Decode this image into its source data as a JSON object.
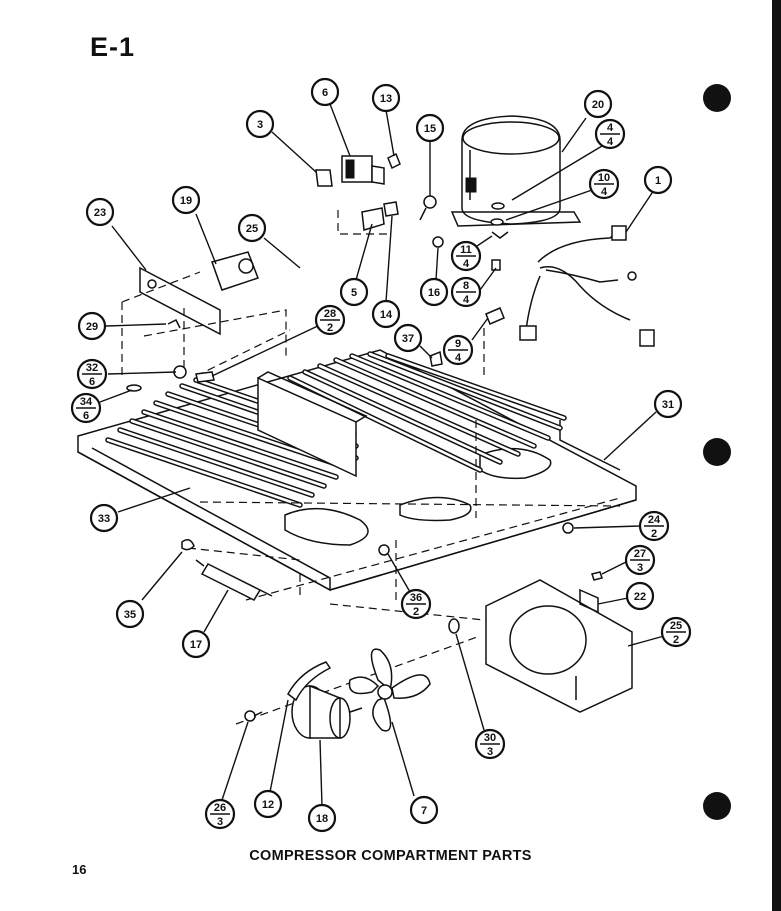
{
  "page_code": "E-1",
  "page_number": "16",
  "caption": "COMPRESSOR COMPARTMENT PARTS",
  "callouts": [
    {
      "id": "c1",
      "label": "1"
    },
    {
      "id": "c3",
      "label": "3"
    },
    {
      "id": "c5",
      "label": "5"
    },
    {
      "id": "c6",
      "label": "6"
    },
    {
      "id": "c7",
      "label": "7"
    },
    {
      "id": "c12",
      "label": "12"
    },
    {
      "id": "c13",
      "label": "13"
    },
    {
      "id": "c14",
      "label": "14"
    },
    {
      "id": "c15",
      "label": "15"
    },
    {
      "id": "c16",
      "label": "16"
    },
    {
      "id": "c17",
      "label": "17"
    },
    {
      "id": "c18",
      "label": "18"
    },
    {
      "id": "c19",
      "label": "19"
    },
    {
      "id": "c20",
      "label": "20"
    },
    {
      "id": "c22",
      "label": "22"
    },
    {
      "id": "c23",
      "label": "23"
    },
    {
      "id": "c25",
      "label": "25"
    },
    {
      "id": "c29",
      "label": "29"
    },
    {
      "id": "c31",
      "label": "31"
    },
    {
      "id": "c33",
      "label": "33"
    },
    {
      "id": "c35",
      "label": "35"
    },
    {
      "id": "c37",
      "label": "37"
    }
  ],
  "fraction_callouts": [
    {
      "id": "f4_4",
      "num": "4",
      "den": "4"
    },
    {
      "id": "f10_4",
      "num": "10",
      "den": "4"
    },
    {
      "id": "f11_4",
      "num": "11",
      "den": "4"
    },
    {
      "id": "f8_4",
      "num": "8",
      "den": "4"
    },
    {
      "id": "f9_4",
      "num": "9",
      "den": "4"
    },
    {
      "id": "f28_2",
      "num": "28",
      "den": "2"
    },
    {
      "id": "f32_6",
      "num": "32",
      "den": "6"
    },
    {
      "id": "f34_6",
      "num": "34",
      "den": "6"
    },
    {
      "id": "f24_2",
      "num": "24",
      "den": "2"
    },
    {
      "id": "f27_3",
      "num": "27",
      "den": "3"
    },
    {
      "id": "f25_2",
      "num": "25",
      "den": "2"
    },
    {
      "id": "f36_2",
      "num": "36",
      "den": "2"
    },
    {
      "id": "f30_3",
      "num": "30",
      "den": "3"
    },
    {
      "id": "f26_3",
      "num": "26",
      "den": "3"
    }
  ]
}
